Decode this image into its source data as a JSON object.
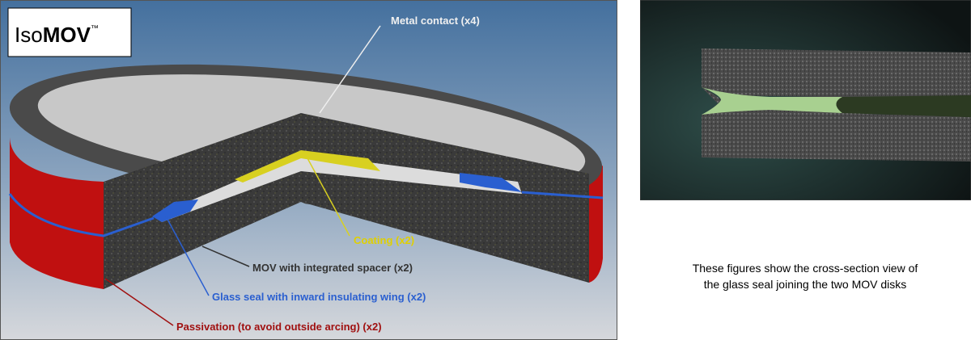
{
  "logo": {
    "text_light": "Iso",
    "text_bold": "MOV",
    "trademark": "™"
  },
  "labels": {
    "metal_contact": "Metal contact (x4)",
    "coating": "Coating (x2)",
    "mov": "MOV with integrated spacer (x2)",
    "glass_seal": "Glass seal with inward insulating wing (x2)",
    "passivation": "Passivation (to avoid outside arcing) (x2)"
  },
  "caption": {
    "line1": "These figures show the cross-section view of",
    "line2": "the glass seal joining the two MOV disks"
  },
  "colors": {
    "metal": "#c8c8c8",
    "mov": "#3a3a3a",
    "coating": "#d8d020",
    "glass": "#2a5fd0",
    "passivation": "#c01010",
    "coating_text": "#e0d000",
    "glass_text": "#2a5fd0",
    "passivation_text": "#a01010"
  }
}
